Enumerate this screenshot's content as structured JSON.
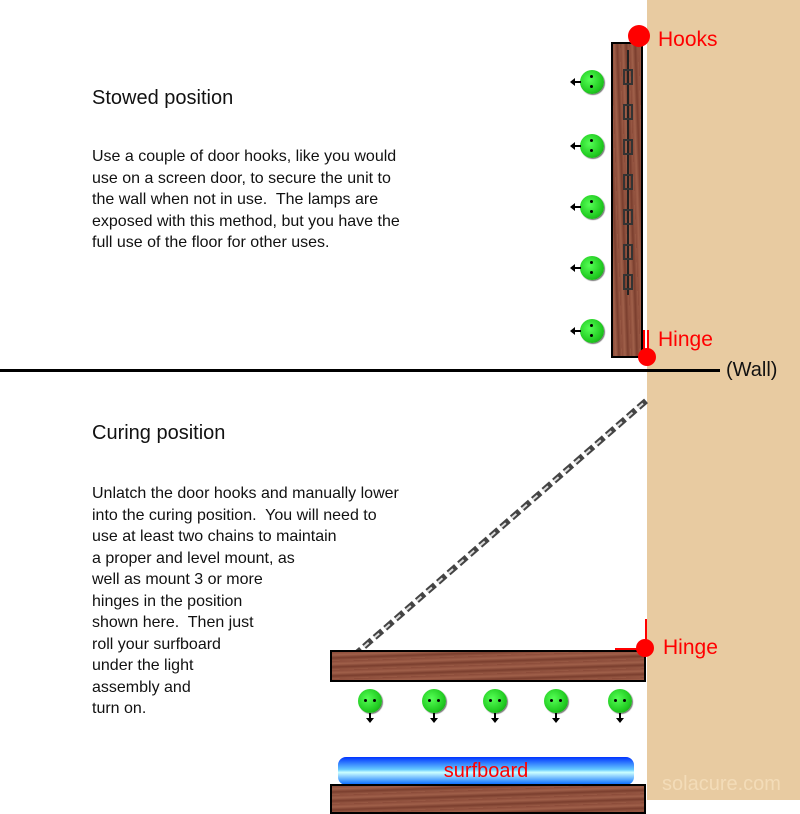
{
  "stowed": {
    "title": "Stowed position",
    "description": "Use a couple of door hooks, like you would\nuse on a screen door, to secure the unit to\nthe wall when not in use.  The lamps are\nexposed with this method, but you have the\nfull use of the floor for other uses."
  },
  "curing": {
    "title": "Curing position",
    "description": "Unlatch the door hooks and manually lower\ninto the curing position.  You will need to\nuse at least two chains to maintain\na proper and level mount, as\nwell as mount 3 or more\nhinges in the position\nshown here.  Then just\nroll your surfboard\nunder the light\nassembly and\nturn on."
  },
  "labels": {
    "hooks": "Hooks",
    "hinge_top": "Hinge",
    "wall": "(Wall)",
    "hinge_bottom": "Hinge",
    "surfboard": "surfboard",
    "watermark": "solacure.com"
  },
  "colors": {
    "wall": "#e8cba1",
    "label": "#ff0000",
    "lamp": "#33cc33"
  }
}
